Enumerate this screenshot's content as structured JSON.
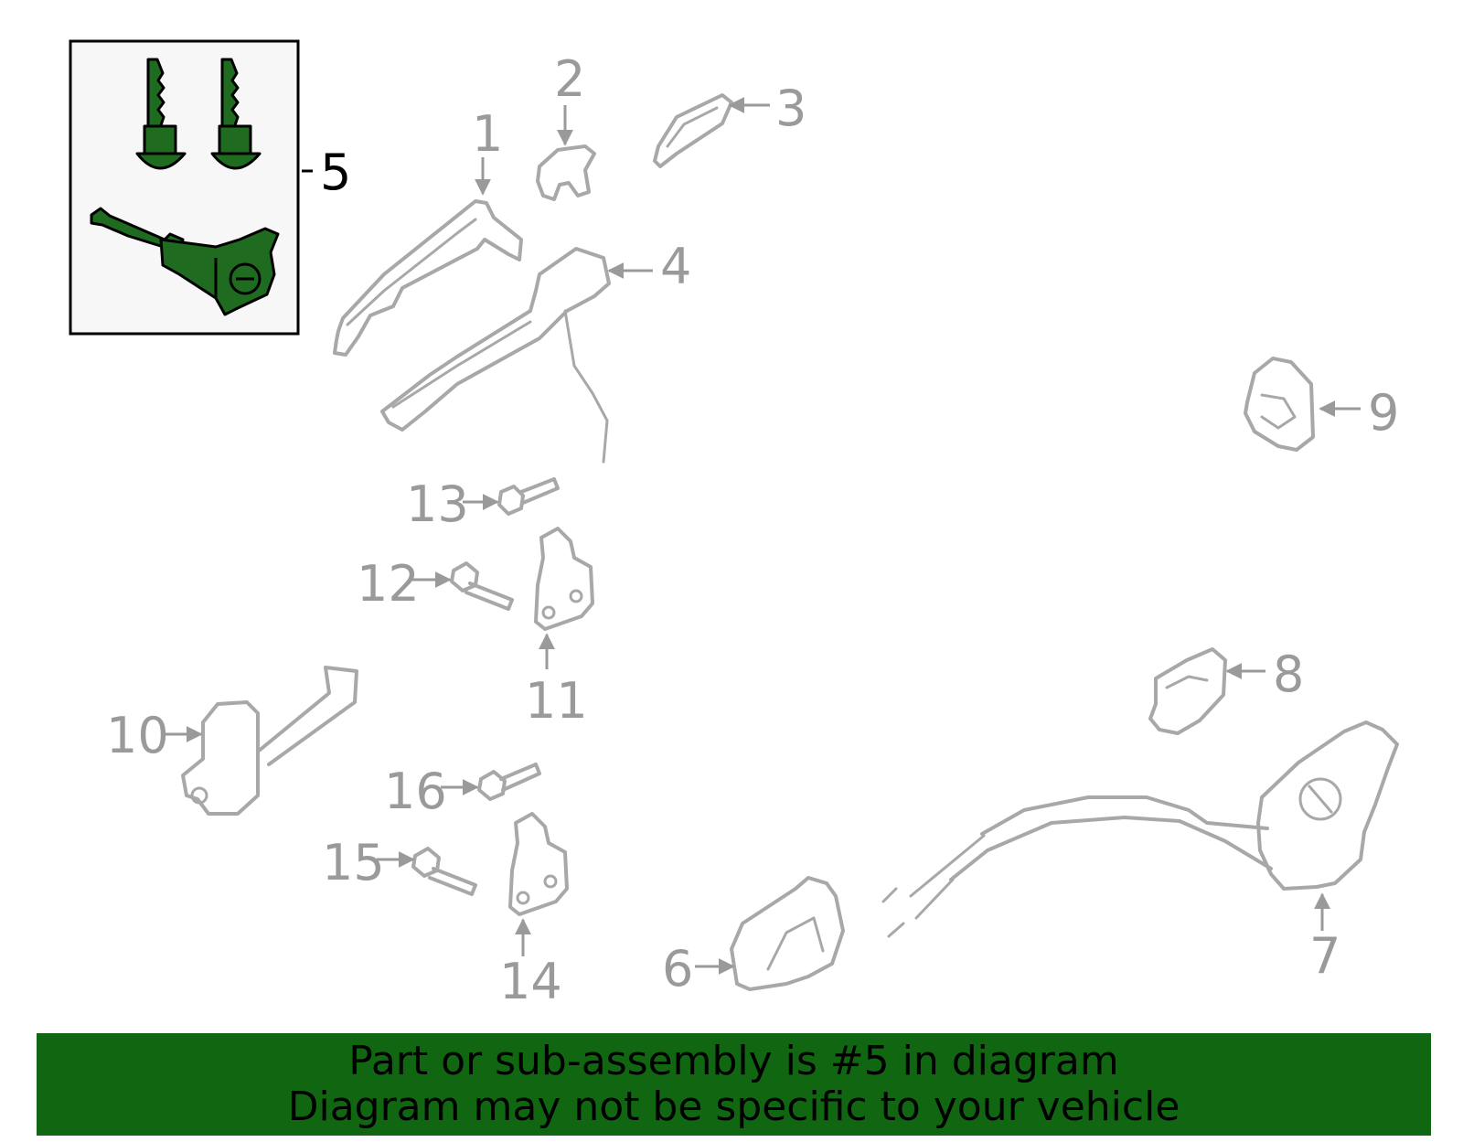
{
  "callouts": {
    "c1": "1",
    "c2": "2",
    "c3": "3",
    "c4": "4",
    "c5": "5",
    "c6": "6",
    "c7": "7",
    "c8": "8",
    "c9": "9",
    "c10": "10",
    "c11": "11",
    "c12": "12",
    "c13": "13",
    "c14": "14",
    "c15": "15",
    "c16": "16"
  },
  "highlighted_part": "5",
  "colors": {
    "highlight": "#1f6b1f",
    "banner": "#116611",
    "parts": "#a8a8a8",
    "callout": "#9a9a9a"
  },
  "banner": {
    "line1": "Part or sub-assembly is #5 in diagram",
    "line2": "Diagram may not be specific to your vehicle"
  }
}
